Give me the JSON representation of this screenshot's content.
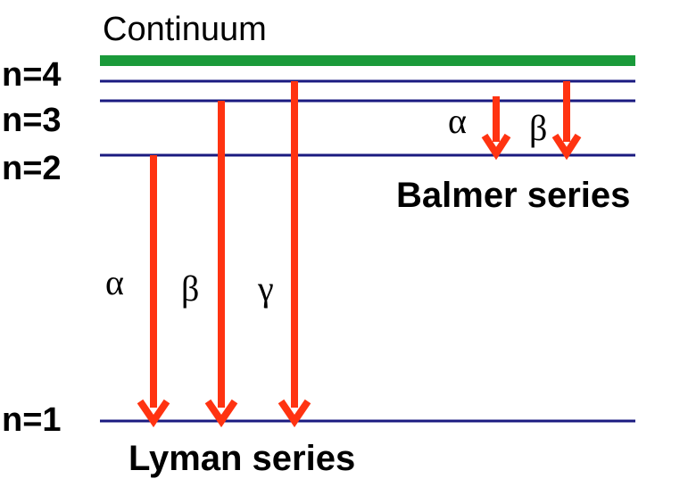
{
  "continuum": {
    "label": "Continuum",
    "color": "#1a9a3a"
  },
  "levels": [
    {
      "label": "n=4",
      "n": 4
    },
    {
      "label": "n=3",
      "n": 3
    },
    {
      "label": "n=2",
      "n": 2
    },
    {
      "label": "n=1",
      "n": 1
    }
  ],
  "level_line_color": "#1a1a80",
  "arrow_color": "#ff3311",
  "lyman": {
    "label": "Lyman series",
    "transitions": [
      {
        "symbol": "α",
        "from": 2,
        "to": 1
      },
      {
        "symbol": "β",
        "from": 3,
        "to": 1
      },
      {
        "symbol": "γ",
        "from": 4,
        "to": 1
      }
    ]
  },
  "balmer": {
    "label": "Balmer series",
    "transitions": [
      {
        "symbol": "α",
        "from": 3,
        "to": 2
      },
      {
        "symbol": "β",
        "from": 4,
        "to": 2
      }
    ]
  }
}
